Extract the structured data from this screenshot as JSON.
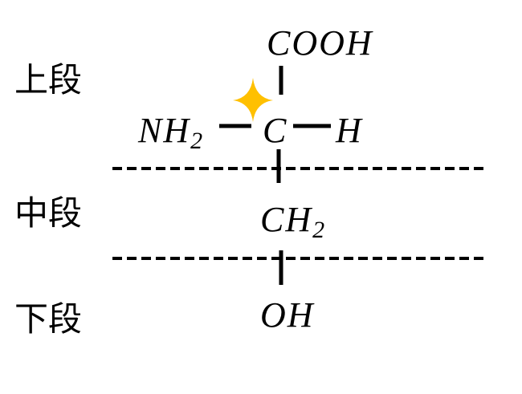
{
  "sections": {
    "upper": "上段",
    "middle": "中段",
    "lower": "下段"
  },
  "molecule": {
    "top_group": "COOH",
    "left_group_main": "NH",
    "left_group_sub": "2",
    "center_atom": "C",
    "right_group": "H",
    "middle_group_main": "CH",
    "middle_group_sub": "2",
    "bottom_group": "OH"
  },
  "colors": {
    "star": "#FFC000",
    "ink": "#000000"
  },
  "icons": {
    "chiral_marker": "four-point-star-icon"
  }
}
